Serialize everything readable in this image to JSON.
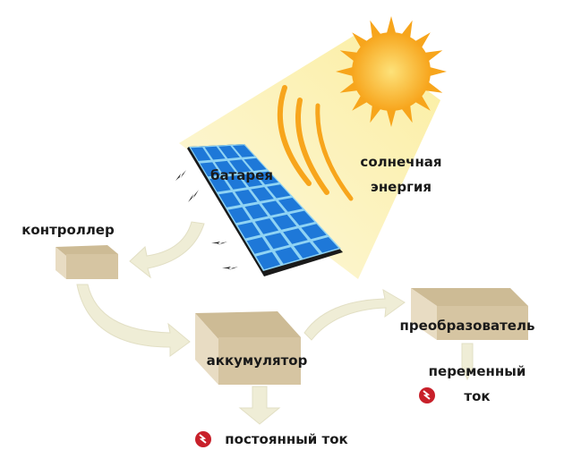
{
  "labels": {
    "battery": "батарея",
    "solar_line1": "солнечная",
    "solar_line2": "энергия",
    "controller": "контроллер",
    "accumulator": "аккумулятор",
    "inverter": "преобразователь",
    "ac_line1": "переменный",
    "ac_line2": "ток",
    "dc": "постоянный ток"
  },
  "colors": {
    "sun": "#f7a51c",
    "beam": "#fcf3c4",
    "panel": "#1e78d8",
    "panel_grid": "#8fd3f4",
    "box": "#d9c9a8",
    "arrow": "#efedd6",
    "current_icon": "#c8202a"
  },
  "icons": [
    "sun-icon",
    "lightning-icon",
    "current-icon"
  ]
}
